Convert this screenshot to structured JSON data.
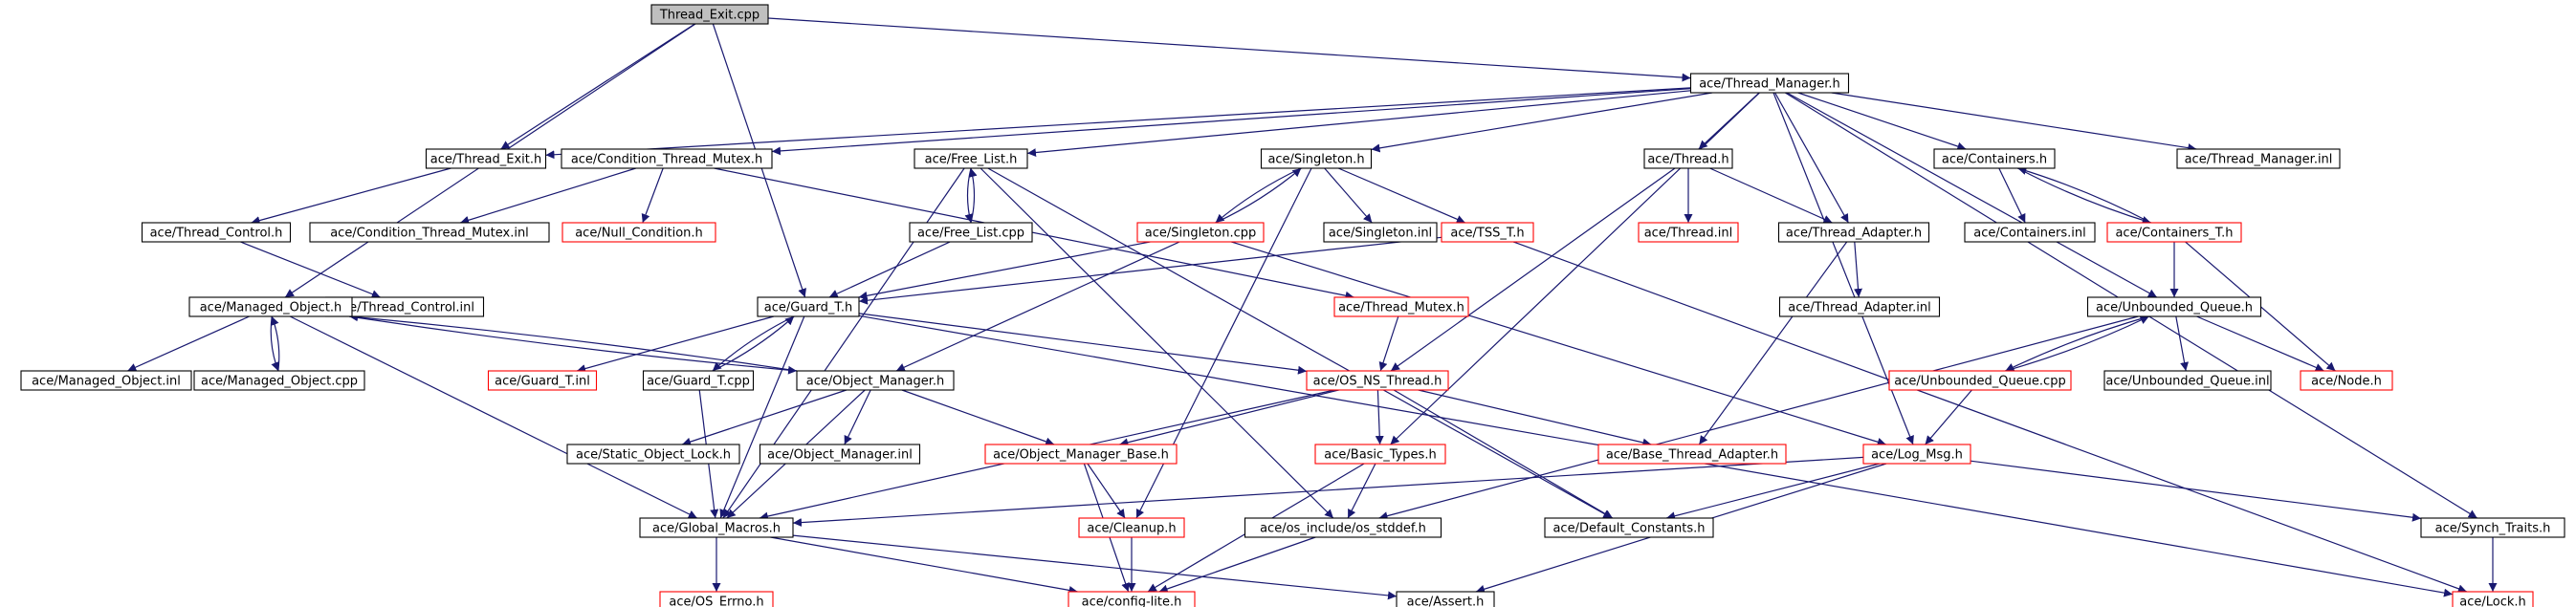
{
  "colors": {
    "edge": "#191970",
    "normal_border": "#000000",
    "missing_border": "#ff0000",
    "root_fill": "#bfbfbf",
    "node_fill": "#ffffff"
  },
  "nodes": [
    {
      "id": "thread_exit_cpp",
      "label": "Thread_Exit.cpp",
      "style": "root"
    },
    {
      "id": "thread_manager_h",
      "label": "ace/Thread_Manager.h",
      "style": "normal"
    },
    {
      "id": "thread_exit_h",
      "label": "ace/Thread_Exit.h",
      "style": "normal"
    },
    {
      "id": "condition_thread_mutex_h",
      "label": "ace/Condition_Thread_Mutex.h",
      "style": "normal"
    },
    {
      "id": "free_list_h",
      "label": "ace/Free_List.h",
      "style": "normal"
    },
    {
      "id": "singleton_h",
      "label": "ace/Singleton.h",
      "style": "normal"
    },
    {
      "id": "thread_h",
      "label": "ace/Thread.h",
      "style": "normal"
    },
    {
      "id": "containers_h",
      "label": "ace/Containers.h",
      "style": "normal"
    },
    {
      "id": "thread_manager_inl",
      "label": "ace/Thread_Manager.inl",
      "style": "normal"
    },
    {
      "id": "thread_control_h",
      "label": "ace/Thread_Control.h",
      "style": "normal"
    },
    {
      "id": "condition_thread_mutex_inl",
      "label": "ace/Condition_Thread_Mutex.inl",
      "style": "normal"
    },
    {
      "id": "null_condition_h",
      "label": "ace/Null_Condition.h",
      "style": "missing"
    },
    {
      "id": "free_list_cpp",
      "label": "ace/Free_List.cpp",
      "style": "normal"
    },
    {
      "id": "singleton_cpp",
      "label": "ace/Singleton.cpp",
      "style": "missing"
    },
    {
      "id": "singleton_inl",
      "label": "ace/Singleton.inl",
      "style": "normal"
    },
    {
      "id": "tss_t_h",
      "label": "ace/TSS_T.h",
      "style": "missing"
    },
    {
      "id": "thread_inl",
      "label": "ace/Thread.inl",
      "style": "missing"
    },
    {
      "id": "thread_adapter_h",
      "label": "ace/Thread_Adapter.h",
      "style": "normal"
    },
    {
      "id": "containers_inl",
      "label": "ace/Containers.inl",
      "style": "normal"
    },
    {
      "id": "containers_t_h",
      "label": "ace/Containers_T.h",
      "style": "missing"
    },
    {
      "id": "thread_control_inl",
      "label": "ace/Thread_Control.inl",
      "style": "normal"
    },
    {
      "id": "managed_object_h",
      "label": "ace/Managed_Object.h",
      "style": "normal"
    },
    {
      "id": "guard_t_h",
      "label": "ace/Guard_T.h",
      "style": "normal"
    },
    {
      "id": "thread_mutex_h",
      "label": "ace/Thread_Mutex.h",
      "style": "missing"
    },
    {
      "id": "thread_adapter_inl",
      "label": "ace/Thread_Adapter.inl",
      "style": "normal"
    },
    {
      "id": "unbounded_queue_h",
      "label": "ace/Unbounded_Queue.h",
      "style": "normal"
    },
    {
      "id": "managed_object_inl",
      "label": "ace/Managed_Object.inl",
      "style": "normal"
    },
    {
      "id": "managed_object_cpp",
      "label": "ace/Managed_Object.cpp",
      "style": "normal"
    },
    {
      "id": "guard_t_inl",
      "label": "ace/Guard_T.inl",
      "style": "missing"
    },
    {
      "id": "guard_t_cpp",
      "label": "ace/Guard_T.cpp",
      "style": "normal"
    },
    {
      "id": "object_manager_h",
      "label": "ace/Object_Manager.h",
      "style": "normal"
    },
    {
      "id": "os_ns_thread_h",
      "label": "ace/OS_NS_Thread.h",
      "style": "missing"
    },
    {
      "id": "unbounded_queue_cpp",
      "label": "ace/Unbounded_Queue.cpp",
      "style": "missing"
    },
    {
      "id": "unbounded_queue_inl",
      "label": "ace/Unbounded_Queue.inl",
      "style": "normal"
    },
    {
      "id": "node_h",
      "label": "ace/Node.h",
      "style": "missing"
    },
    {
      "id": "static_object_lock_h",
      "label": "ace/Static_Object_Lock.h",
      "style": "normal"
    },
    {
      "id": "object_manager_inl",
      "label": "ace/Object_Manager.inl",
      "style": "normal"
    },
    {
      "id": "object_manager_base_h",
      "label": "ace/Object_Manager_Base.h",
      "style": "missing"
    },
    {
      "id": "basic_types_h",
      "label": "ace/Basic_Types.h",
      "style": "missing"
    },
    {
      "id": "base_thread_adapter_h",
      "label": "ace/Base_Thread_Adapter.h",
      "style": "missing"
    },
    {
      "id": "log_msg_h",
      "label": "ace/Log_Msg.h",
      "style": "missing"
    },
    {
      "id": "global_macros_h",
      "label": "ace/Global_Macros.h",
      "style": "normal"
    },
    {
      "id": "cleanup_h",
      "label": "ace/Cleanup.h",
      "style": "missing"
    },
    {
      "id": "os_stddef_h",
      "label": "ace/os_include/os_stddef.h",
      "style": "normal"
    },
    {
      "id": "default_constants_h",
      "label": "ace/Default_Constants.h",
      "style": "normal"
    },
    {
      "id": "synch_traits_h",
      "label": "ace/Synch_Traits.h",
      "style": "normal"
    },
    {
      "id": "os_errno_h",
      "label": "ace/OS_Errno.h",
      "style": "missing"
    },
    {
      "id": "config_lite_h",
      "label": "ace/config-lite.h",
      "style": "missing"
    },
    {
      "id": "assert_h",
      "label": "ace/Assert.h",
      "style": "normal"
    },
    {
      "id": "lock_h",
      "label": "ace/Lock.h",
      "style": "missing"
    }
  ],
  "edges": [
    [
      "thread_exit_cpp",
      "thread_manager_h"
    ],
    [
      "thread_exit_cpp",
      "thread_exit_h"
    ],
    [
      "thread_exit_cpp",
      "managed_object_h"
    ],
    [
      "thread_exit_cpp",
      "guard_t_h"
    ],
    [
      "thread_manager_h",
      "thread_exit_h"
    ],
    [
      "thread_manager_h",
      "condition_thread_mutex_h"
    ],
    [
      "thread_manager_h",
      "free_list_h"
    ],
    [
      "thread_manager_h",
      "singleton_h"
    ],
    [
      "thread_manager_h",
      "thread_h"
    ],
    [
      "thread_manager_h",
      "containers_h"
    ],
    [
      "thread_manager_h",
      "thread_manager_inl"
    ],
    [
      "thread_manager_h",
      "thread_adapter_h"
    ],
    [
      "thread_manager_h",
      "unbounded_queue_h"
    ],
    [
      "thread_manager_h",
      "log_msg_h"
    ],
    [
      "thread_manager_h",
      "synch_traits_h"
    ],
    [
      "thread_manager_h",
      "basic_types_h"
    ],
    [
      "thread_exit_h",
      "thread_control_h"
    ],
    [
      "thread_control_h",
      "thread_control_inl"
    ],
    [
      "condition_thread_mutex_h",
      "condition_thread_mutex_inl"
    ],
    [
      "condition_thread_mutex_h",
      "null_condition_h"
    ],
    [
      "condition_thread_mutex_h",
      "thread_mutex_h"
    ],
    [
      "free_list_h",
      "free_list_cpp"
    ],
    [
      "free_list_cpp",
      "free_list_h"
    ],
    [
      "free_list_cpp",
      "guard_t_h"
    ],
    [
      "free_list_h",
      "global_macros_h"
    ],
    [
      "free_list_h",
      "os_stddef_h"
    ],
    [
      "free_list_h",
      "default_constants_h"
    ],
    [
      "singleton_h",
      "singleton_cpp"
    ],
    [
      "singleton_cpp",
      "singleton_h"
    ],
    [
      "singleton_h",
      "singleton_inl"
    ],
    [
      "singleton_h",
      "tss_t_h"
    ],
    [
      "singleton_h",
      "cleanup_h"
    ],
    [
      "singleton_cpp",
      "guard_t_h"
    ],
    [
      "singleton_cpp",
      "object_manager_h"
    ],
    [
      "singleton_cpp",
      "log_msg_h"
    ],
    [
      "tss_t_h",
      "guard_t_h"
    ],
    [
      "tss_t_h",
      "lock_h"
    ],
    [
      "thread_h",
      "thread_inl"
    ],
    [
      "thread_h",
      "thread_adapter_h"
    ],
    [
      "thread_h",
      "os_ns_thread_h"
    ],
    [
      "thread_adapter_h",
      "thread_adapter_inl"
    ],
    [
      "thread_adapter_h",
      "base_thread_adapter_h"
    ],
    [
      "containers_h",
      "containers_inl"
    ],
    [
      "containers_h",
      "containers_t_h"
    ],
    [
      "containers_t_h",
      "containers_h"
    ],
    [
      "containers_t_h",
      "unbounded_queue_h"
    ],
    [
      "containers_t_h",
      "node_h"
    ],
    [
      "unbounded_queue_h",
      "unbounded_queue_cpp"
    ],
    [
      "unbounded_queue_cpp",
      "unbounded_queue_h"
    ],
    [
      "unbounded_queue_h",
      "unbounded_queue_inl"
    ],
    [
      "unbounded_queue_h",
      "node_h"
    ],
    [
      "unbounded_queue_h",
      "os_stddef_h"
    ],
    [
      "unbounded_queue_cpp",
      "log_msg_h"
    ],
    [
      "managed_object_h",
      "managed_object_inl"
    ],
    [
      "managed_object_h",
      "managed_object_cpp"
    ],
    [
      "managed_object_cpp",
      "managed_object_h"
    ],
    [
      "managed_object_h",
      "object_manager_h"
    ],
    [
      "object_manager_h",
      "managed_object_h"
    ],
    [
      "managed_object_h",
      "global_macros_h"
    ],
    [
      "guard_t_h",
      "guard_t_inl"
    ],
    [
      "guard_t_h",
      "guard_t_cpp"
    ],
    [
      "guard_t_cpp",
      "guard_t_h"
    ],
    [
      "guard_t_h",
      "os_ns_thread_h"
    ],
    [
      "guard_t_h",
      "lock_h"
    ],
    [
      "guard_t_h",
      "global_macros_h"
    ],
    [
      "guard_t_cpp",
      "global_macros_h"
    ],
    [
      "thread_mutex_h",
      "os_ns_thread_h"
    ],
    [
      "object_manager_h",
      "static_object_lock_h"
    ],
    [
      "object_manager_h",
      "object_manager_inl"
    ],
    [
      "object_manager_h",
      "object_manager_base_h"
    ],
    [
      "object_manager_h",
      "global_macros_h"
    ],
    [
      "os_ns_thread_h",
      "object_manager_base_h"
    ],
    [
      "os_ns_thread_h",
      "basic_types_h"
    ],
    [
      "os_ns_thread_h",
      "base_thread_adapter_h"
    ],
    [
      "os_ns_thread_h",
      "default_constants_h"
    ],
    [
      "os_ns_thread_h",
      "global_macros_h"
    ],
    [
      "object_manager_base_h",
      "cleanup_h"
    ],
    [
      "object_manager_base_h",
      "config_lite_h"
    ],
    [
      "basic_types_h",
      "os_stddef_h"
    ],
    [
      "basic_types_h",
      "config_lite_h"
    ],
    [
      "log_msg_h",
      "global_macros_h"
    ],
    [
      "log_msg_h",
      "default_constants_h"
    ],
    [
      "log_msg_h",
      "synch_traits_h"
    ],
    [
      "log_msg_h",
      "assert_h"
    ],
    [
      "global_macros_h",
      "os_errno_h"
    ],
    [
      "global_macros_h",
      "config_lite_h"
    ],
    [
      "global_macros_h",
      "assert_h"
    ],
    [
      "cleanup_h",
      "config_lite_h"
    ],
    [
      "os_stddef_h",
      "config_lite_h"
    ],
    [
      "synch_traits_h",
      "lock_h"
    ]
  ]
}
